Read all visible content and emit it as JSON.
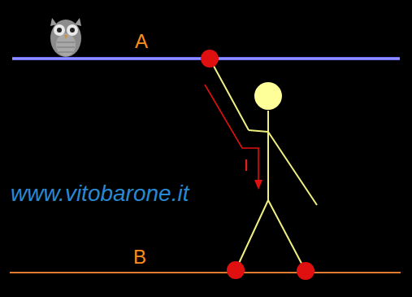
{
  "diagram": {
    "labels": [
      "A",
      "B",
      "I",
      "www.vitobarone.it"
    ]
  }
}
